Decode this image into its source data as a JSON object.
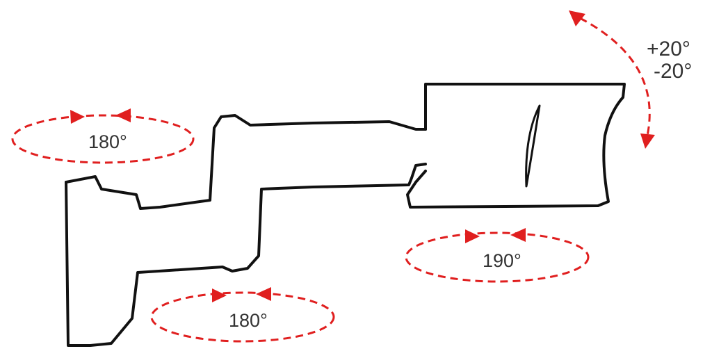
{
  "diagram": {
    "colors": {
      "outline": "#111111",
      "arrow": "#e01f1f",
      "label": "#333333"
    },
    "labels": {
      "top_left_rotation": "180°",
      "bottom_rotation": "180°",
      "camera_rotation": "190°",
      "tilt_up": "+20°",
      "tilt_down": "-20°"
    }
  }
}
